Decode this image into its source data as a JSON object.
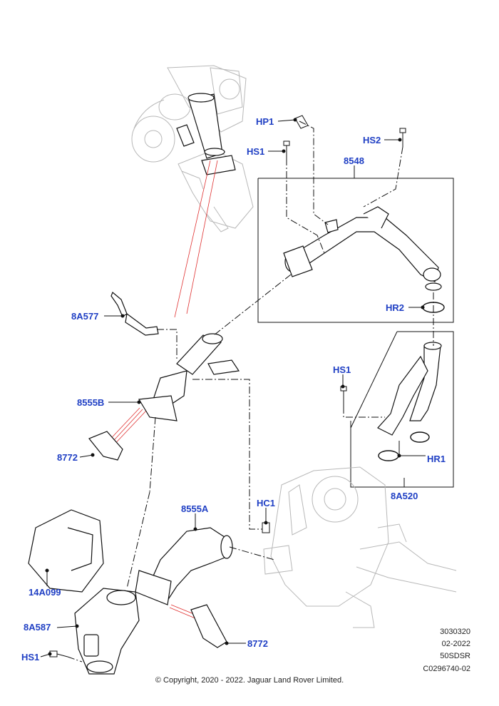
{
  "callouts": {
    "hp1": "HP1",
    "hs1_top": "HS1",
    "hs2": "HS2",
    "p8548": "8548",
    "p8a577": "8A577",
    "hr2": "HR2",
    "p8555b": "8555B",
    "p8772_top": "8772",
    "hs1_mid": "HS1",
    "hr1": "HR1",
    "p8a520": "8A520",
    "p8555a": "8555A",
    "hc1": "HC1",
    "p14a099": "14A099",
    "p8a587": "8A587",
    "p8772_bottom": "8772",
    "hs1_bottom": "HS1"
  },
  "footer": {
    "line1": "3030320",
    "line2": "02-2022",
    "line3": "50SDSR",
    "line4": "C0296740-02",
    "copyright": "© Copyright, 2020 - 2022. Jaguar Land Rover Limited."
  },
  "colors": {
    "callout": "#1f3fc4",
    "line": "#111111",
    "ghost": "#b5b5b5",
    "red": "#e03030"
  }
}
